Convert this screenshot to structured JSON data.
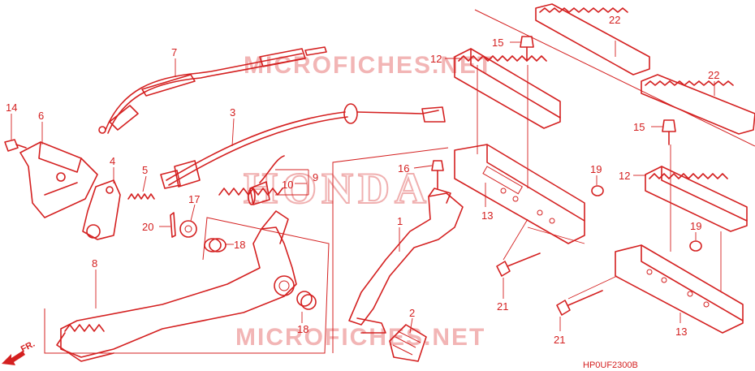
{
  "watermarks": {
    "top": "MICROFICHES.NET",
    "bottom": "MICROFICHES.NET",
    "center": "HONDA"
  },
  "diagram_code": "HP0UF2300B",
  "direction_label": "FR.",
  "callouts": [
    "1",
    "2",
    "3",
    "4",
    "5",
    "6",
    "7",
    "8",
    "9",
    "10",
    "12",
    "12",
    "13",
    "13",
    "14",
    "15",
    "15",
    "16",
    "17",
    "18",
    "18",
    "19",
    "19",
    "20",
    "21",
    "21",
    "22",
    "22"
  ],
  "color": "#d42020"
}
